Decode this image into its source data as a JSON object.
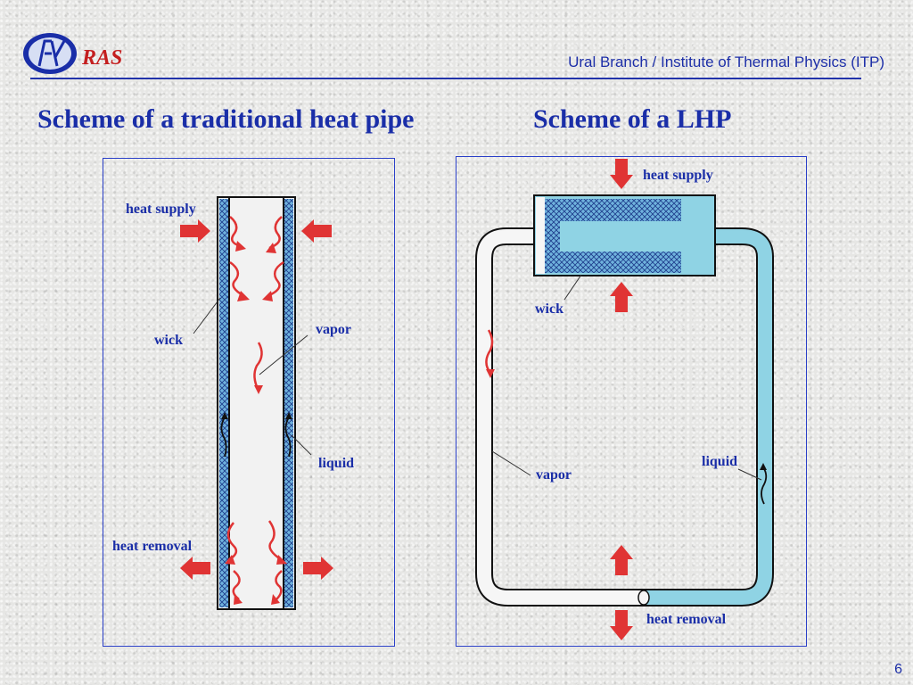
{
  "header": {
    "logo_text": "RAS",
    "org": "Ural Branch / Institute of Thermal Physics (ITP)"
  },
  "heat_pipe": {
    "title": "Scheme of a traditional heat pipe",
    "labels": {
      "heat_supply": "heat supply",
      "wick": "wick",
      "vapor": "vapor",
      "liquid": "liquid",
      "heat_removal": "heat removal"
    }
  },
  "lhp": {
    "title": "Scheme of a LHP",
    "labels": {
      "heat_supply": "heat supply",
      "wick": "wick",
      "vapor": "vapor",
      "liquid": "liquid",
      "heat_removal": "heat removal"
    }
  },
  "colors": {
    "accent": "#1a2ea8",
    "arrow": "#e03434",
    "liquid": "#8fd3e4",
    "wick": "#6fb2dd"
  },
  "page": {
    "number": "6"
  }
}
